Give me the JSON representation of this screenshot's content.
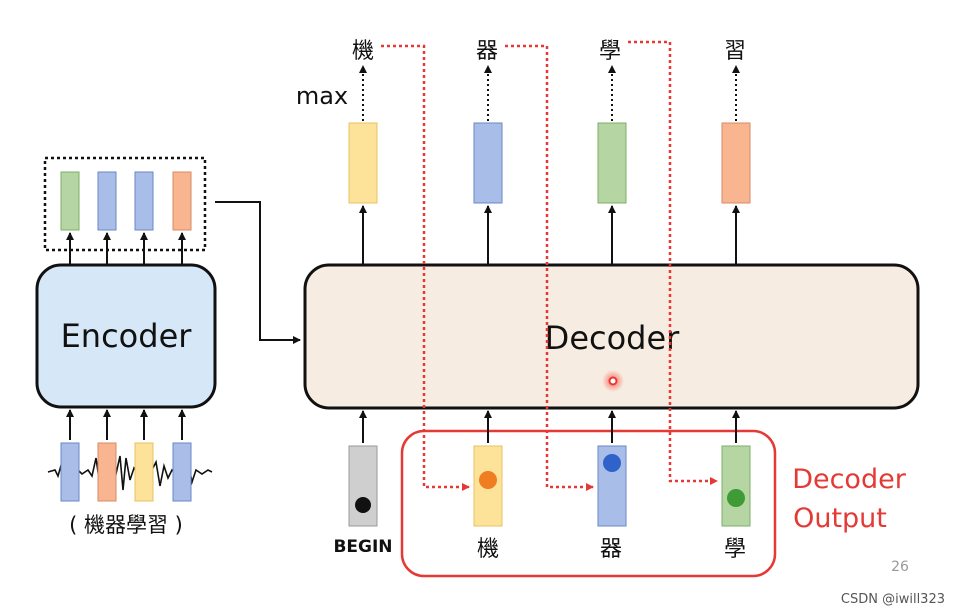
{
  "encoder": {
    "label": "Encoder",
    "input_caption": "( 機器學習 )"
  },
  "decoder": {
    "label": "Decoder"
  },
  "max_label": "max",
  "outputs": [
    "機",
    "器",
    "學",
    "習"
  ],
  "begin_label": "BEGIN",
  "decoder_inputs": [
    "機",
    "器",
    "學"
  ],
  "decoder_output_label": {
    "line1": "Decoder",
    "line2": "Output"
  },
  "page_number": "26",
  "watermark": "CSDN @iwill323",
  "colors": {
    "yellow": "#fde39a",
    "yellow_border": "#e8c060",
    "blue": "#a8bde8",
    "blue_border": "#6c86c4",
    "green": "#b5d6a2",
    "green_border": "#7fae6a",
    "salmon": "#f8b58f",
    "salmon_border": "#d98a66",
    "gray": "#cfcfcf",
    "encoder_fill": "#d6e7f7",
    "decoder_fill": "#f6ece2",
    "accent_red": "#e53935",
    "orange_dot": "#ef7d22",
    "blue_dot": "#2f63c9",
    "green_dot": "#3e9b35"
  }
}
